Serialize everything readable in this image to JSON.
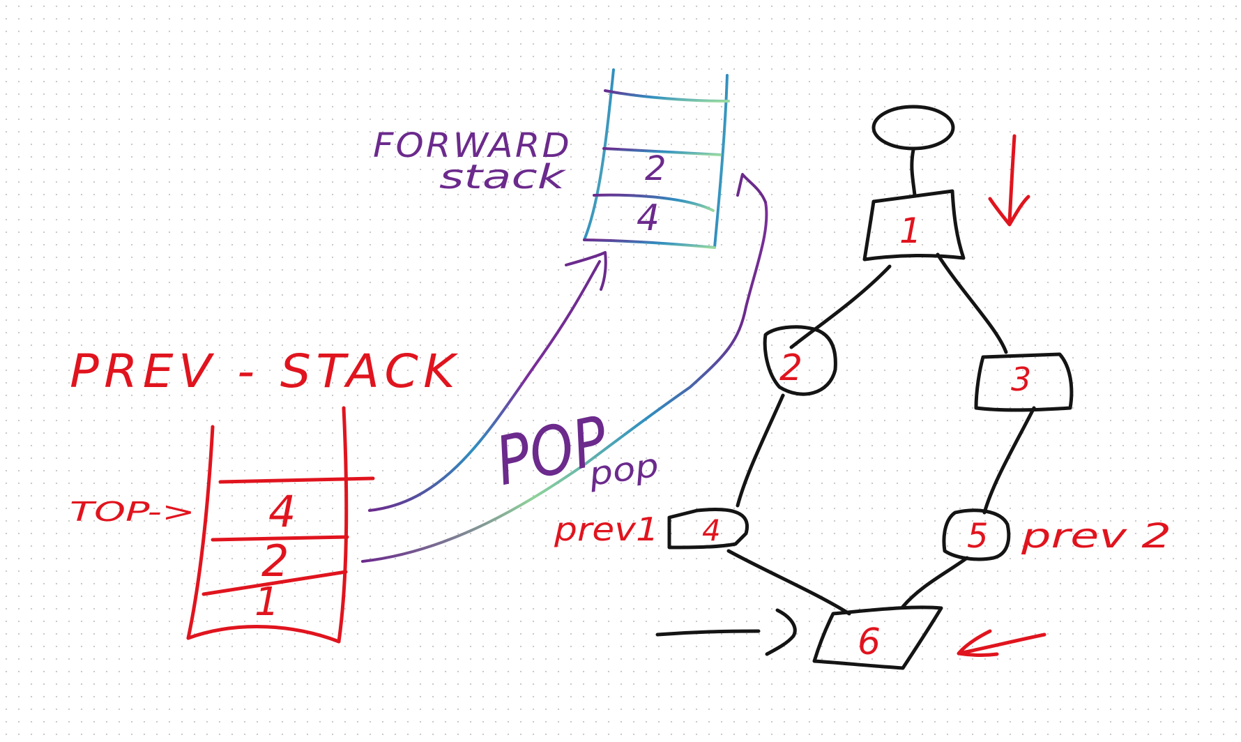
{
  "labels": {
    "prev_stack_title": "PREV - STACK",
    "forward_stack_title_line1": "FORWARD",
    "forward_stack_title_line2": "stack",
    "top_pointer": "TOP->",
    "pop_large": "POP",
    "pop_small": "pop",
    "prev1": "prev1",
    "prev2": "prev 2"
  },
  "prev_stack": {
    "items": [
      "4",
      "2",
      "1"
    ]
  },
  "forward_stack": {
    "items": [
      "",
      "2",
      "4"
    ]
  },
  "graph": {
    "nodes": [
      "1",
      "2",
      "3",
      "4",
      "5",
      "6"
    ]
  },
  "colors": {
    "red_ink": "#e0141e",
    "black_ink": "#141414",
    "purple_ink": "#6b2a8c",
    "teal_ink": "#2a8fb0",
    "green_ink": "#8fd39a"
  }
}
